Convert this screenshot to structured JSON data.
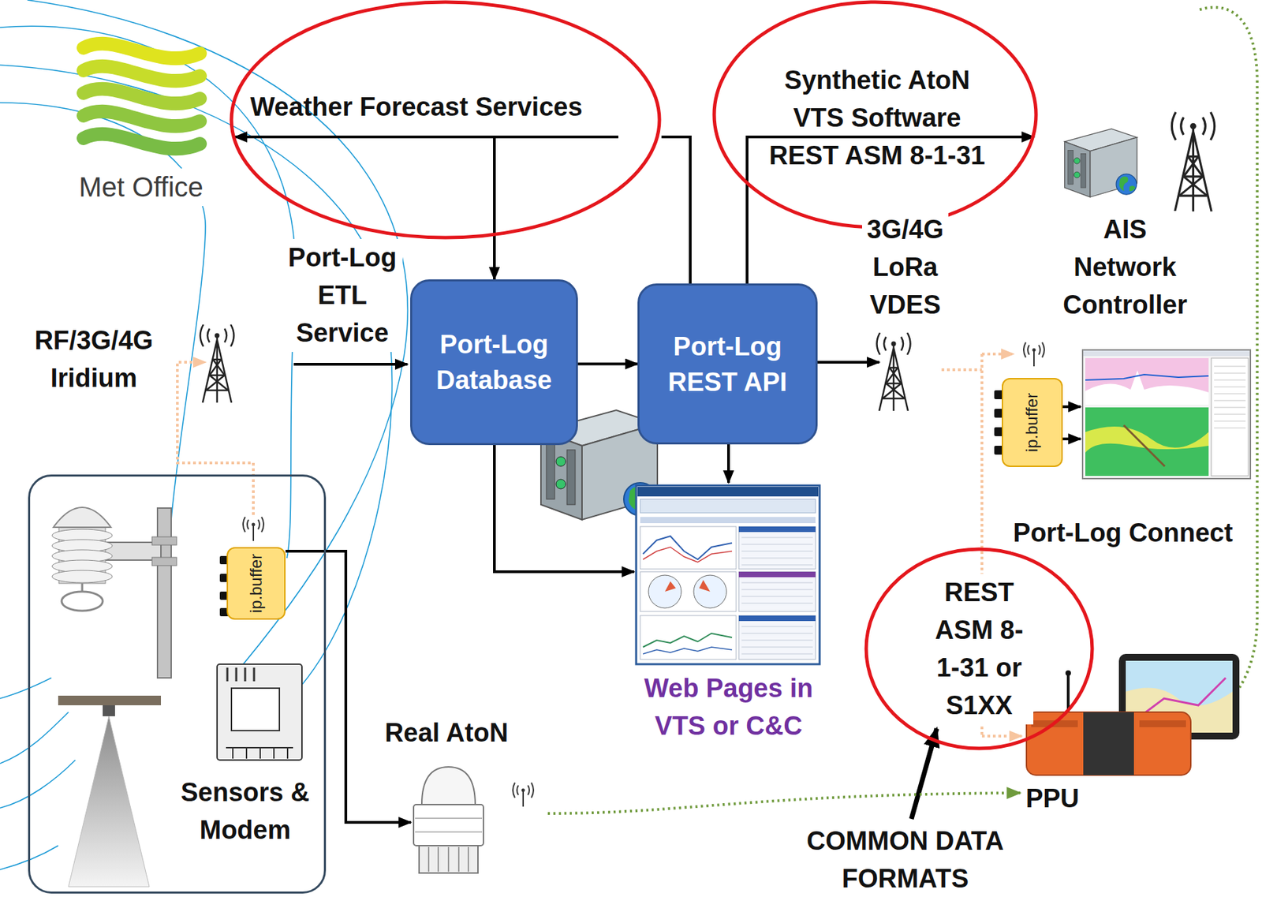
{
  "diagram": {
    "nodes": [
      {
        "text": [
          "Weather Forecast Services"
        ]
      },
      {
        "text": [
          "Synthetic AtoN VTS Software REST ASM 8-1-31"
        ]
      },
      {
        "text": [
          "Port-Log Database"
        ]
      },
      {
        "text": [
          "Port-Log REST API"
        ]
      },
      {
        "text": [
          "ip.buffer"
        ]
      },
      {
        "text": [
          "Sensors & Modem"
        ]
      },
      {
        "text": [
          "ip.buffer"
        ],
        "in": 5
      },
      {
        "text": [
          "REST ASM 8-1-31 or S1XX"
        ]
      }
    ],
    "edges": [
      {
        "from": 2,
        "to": 3,
        "arrow": "to"
      },
      {
        "from": 0,
        "to": 2,
        "arrow": "to"
      },
      {
        "from": 3,
        "to": 0,
        "arrow": "none"
      },
      {
        "from": 3,
        "to": 1,
        "arrow": "none"
      }
    ],
    "labels": [
      "Met Office",
      "RF/3G/4G Iridium",
      "Port-Log ETL Service",
      "3G/4G LoRa VDES",
      "AIS Network Controller",
      "Port-Log Connect",
      "Web Pages in VTS or C&C",
      "Real AtoN",
      "PPU",
      "COMMON DATA FORMATS"
    ]
  }
}
